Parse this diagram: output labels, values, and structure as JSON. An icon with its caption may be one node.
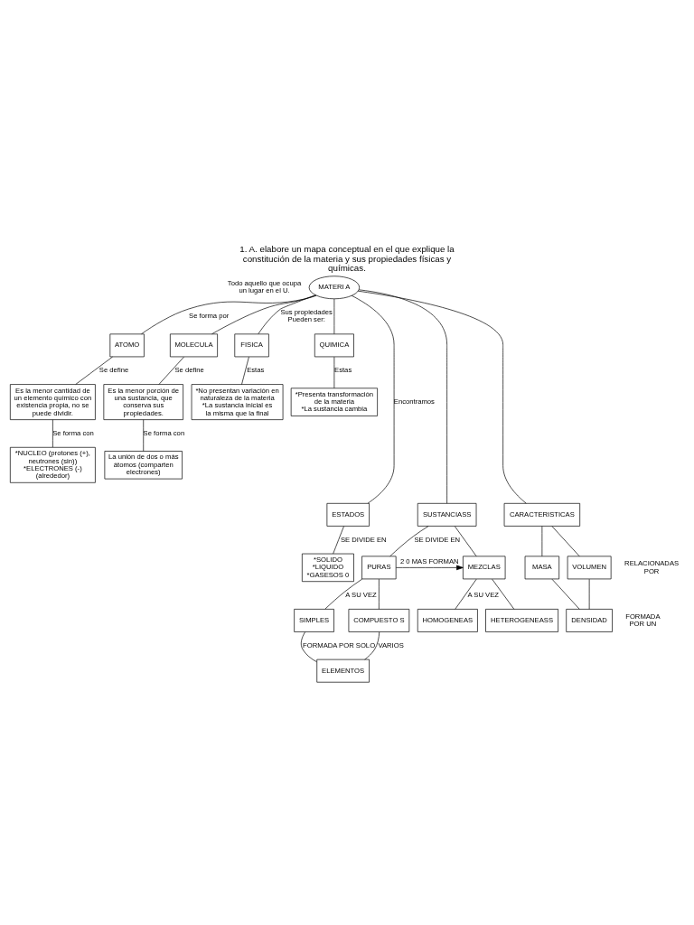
{
  "diagram": {
    "title": "1. A. elabore un mapa conceptual en el que explique la constitución de la materia y sus propiedades físicas y químicas.",
    "nodes": [
      {
        "text": [
          "MATERI A"
        ],
        "beside": [
          "Todo aquello que ocupa un lugar en el U."
        ]
      },
      {
        "text": [
          "ATOMO"
        ]
      },
      {
        "text": [
          "MOLECULA"
        ]
      },
      {
        "text": [
          "FISICA"
        ]
      },
      {
        "text": [
          "QUIMICA"
        ]
      },
      {
        "text": [
          "Es la menor cantidad de un elemento químico con existencia propia, no se puede dividir."
        ]
      },
      {
        "text": [
          "Es la menor porción de una sustancia, que conserva sus propiedades."
        ]
      },
      {
        "text": [
          "*No presentan variación en naturaleza de la materia",
          "*La sustancia inicial es la misma que la final"
        ]
      },
      {
        "text": [
          "*Presenta transformación de la materia",
          "*La sustancia cambia"
        ]
      },
      {
        "text": [
          "*NUCLEO (protones (+), neutrones (sin))",
          "*ELECTRONES (-) (alrededor)"
        ]
      },
      {
        "text": [
          "La unión de dos o más átomos (comparten electrones)"
        ]
      },
      {
        "text": [
          "ESTADOS"
        ]
      },
      {
        "text": [
          "SUSTANCIASS"
        ]
      },
      {
        "text": [
          "CARACTERISTICAS"
        ]
      },
      {
        "text": [
          "MASA"
        ]
      },
      {
        "text": [
          "VOLUMEN"
        ]
      },
      {
        "text": [
          "*SOLIDO",
          "*LIQUIDO",
          "*GASESOS 0"
        ]
      },
      {
        "text": [
          "PURAS"
        ]
      },
      {
        "text": [
          "MEZCLAS"
        ]
      },
      {
        "text": [
          "DENSIDAD"
        ]
      },
      {
        "text": [
          "SIMPLES"
        ]
      },
      {
        "text": [
          "COMPUESTO S"
        ]
      },
      {
        "text": [
          "HOMOGENEAS"
        ]
      },
      {
        "text": [
          "HETEROGENEASS"
        ]
      },
      {
        "text": [
          "ELEMENTOS"
        ]
      }
    ],
    "edges": [
      {
        "from": 0,
        "to": 1,
        "arrow": "none",
        "label": "Se forma por"
      },
      {
        "from": 0,
        "to": 2,
        "arrow": "none"
      },
      {
        "from": 0,
        "to": 11,
        "arrow": "none",
        "label": "Encontramos"
      },
      {
        "from": 0,
        "to": 12,
        "arrow": "none"
      },
      {
        "from": 0,
        "to": 13,
        "arrow": "none"
      },
      {
        "from": 0,
        "to": 3,
        "arrow": "none",
        "label": "Sus propiedades Pueden ser:"
      },
      {
        "from": 0,
        "to": 4,
        "arrow": "none"
      },
      {
        "from": 1,
        "to": 5,
        "arrow": "none",
        "label": "Se define"
      },
      {
        "from": 2,
        "to": 6,
        "arrow": "none",
        "label": "Se define"
      },
      {
        "from": 3,
        "to": 7,
        "arrow": "none",
        "label": "Estas"
      },
      {
        "from": 4,
        "to": 8,
        "arrow": "none",
        "label": "Estas"
      },
      {
        "from": 5,
        "to": 9,
        "arrow": "none",
        "label": "Se forma con"
      },
      {
        "from": 6,
        "to": 10,
        "arrow": "none",
        "label": "Se forma con"
      },
      {
        "from": 11,
        "to": 16,
        "arrow": "none",
        "label": "SE DIVIDE EN"
      },
      {
        "from": 12,
        "to": 17,
        "arrow": "none",
        "label": "SE DIVIDE EN"
      },
      {
        "from": 12,
        "to": 18,
        "arrow": "none"
      },
      {
        "from": 17,
        "to": 18,
        "arrow": "to",
        "label": "2 0 MAS FORMAN"
      },
      {
        "from": 13,
        "to": 14,
        "arrow": "none"
      },
      {
        "from": 13,
        "to": 15,
        "arrow": "none"
      },
      {
        "from": 14,
        "to": 19,
        "arrow": "none"
      },
      {
        "from": 15,
        "to": 19,
        "arrow": "none"
      },
      {
        "from": 17,
        "to": 20,
        "arrow": "none",
        "label": "A SU VEZ"
      },
      {
        "from": 17,
        "to": 21,
        "arrow": "none"
      },
      {
        "from": 18,
        "to": 22,
        "arrow": "none",
        "label": "A SU VEZ"
      },
      {
        "from": 18,
        "to": 23,
        "arrow": "none"
      },
      {
        "from": 20,
        "to": 24,
        "arrow": "none",
        "label": "FORMADA POR SOLO"
      },
      {
        "from": 21,
        "to": 24,
        "arrow": "none",
        "label": "VARIOS"
      }
    ],
    "labels": [
      "FORMADA POR UN",
      "RELACIONADAS POR"
    ]
  }
}
